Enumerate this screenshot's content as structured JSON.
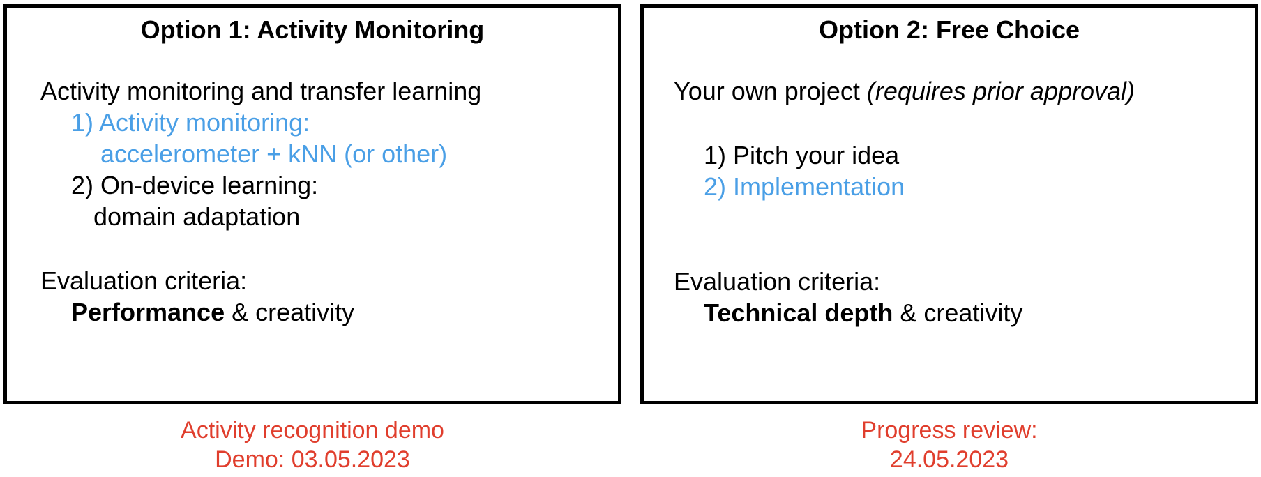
{
  "option1": {
    "title": "Option 1: Activity Monitoring",
    "heading": "Activity monitoring and transfer learning",
    "step1_line1": "1) Activity monitoring:",
    "step1_line2": "accelerometer + kNN (or other)",
    "step2_line1": "2) On-device learning:",
    "step2_line2": "domain adaptation",
    "criteria_label": "Evaluation criteria:",
    "criteria_bold": "Performance",
    "criteria_rest": " & creativity",
    "caption_line1": "Activity recognition demo",
    "caption_line2": "Demo: 03.05.2023"
  },
  "option2": {
    "title": "Option 2: Free Choice",
    "heading_text": "Your own project ",
    "heading_note": "(requires prior approval)",
    "step1": "1) Pitch your idea",
    "step2": "2) Implementation",
    "criteria_label": "Evaluation criteria:",
    "criteria_bold": "Technical depth",
    "criteria_rest": " & creativity",
    "caption_line1": "Progress review:",
    "caption_line2": "24.05.2023"
  },
  "colors": {
    "highlight_blue": "#4a9fe6",
    "caption_red": "#e03e2d",
    "border": "#000000"
  }
}
